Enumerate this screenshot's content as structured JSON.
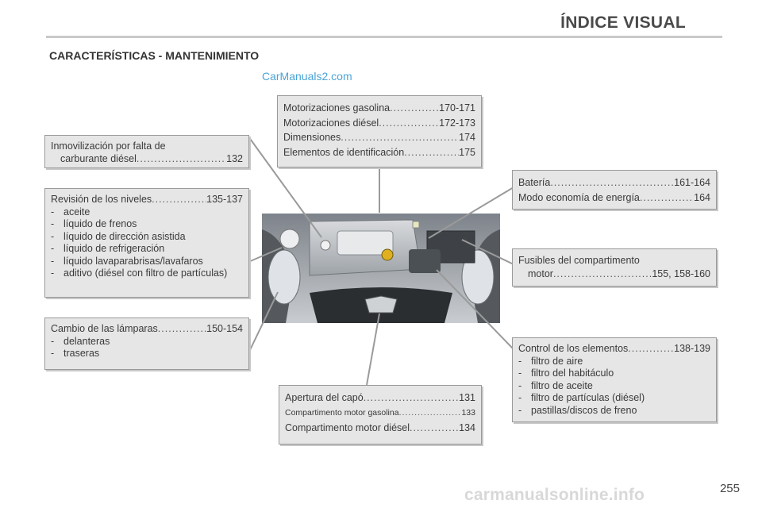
{
  "header": {
    "title": "ÍNDICE VISUAL",
    "section": "CARACTERÍSTICAS - MANTENIMIENTO"
  },
  "watermark_top": "CarManuals2.com",
  "watermark_bottom": "carmanualsonline.info",
  "page_number": "255",
  "boxes": {
    "inmovilizacion": {
      "line1": "Inmovilización por falta de",
      "label": "carburante diésel",
      "page": "132"
    },
    "revision": {
      "label": "Revisión de los niveles",
      "page": "135-137",
      "items": [
        "aceite",
        "líquido de frenos",
        "líquido de dirección asistida",
        "líquido de refrigeración",
        "líquido lavaparabrisas/lavafaros",
        "aditivo (diésel con filtro de partículas)"
      ]
    },
    "lamparas": {
      "label": "Cambio de las lámparas",
      "page": "150-154",
      "items": [
        "delanteras",
        "traseras"
      ]
    },
    "motorizaciones": {
      "rows": [
        {
          "label": "Motorizaciones gasolina",
          "page": "170-171"
        },
        {
          "label": "Motorizaciones diésel",
          "page": "172-173"
        },
        {
          "label": "Dimensiones",
          "page": "174"
        },
        {
          "label": "Elementos de identificación",
          "page": "175"
        }
      ]
    },
    "bateria": {
      "rows": [
        {
          "label": "Batería",
          "page": "161-164"
        },
        {
          "label": "Modo economía de energía",
          "page": "164"
        }
      ]
    },
    "fusibles": {
      "line1": "Fusibles del compartimento",
      "label": "motor",
      "page": "155, 158-160"
    },
    "control": {
      "label": "Control de los elementos",
      "page": "138-139",
      "items": [
        "filtro de aire",
        "filtro del habitáculo",
        "filtro de aceite",
        "filtro de partículas (diésel)",
        "pastillas/discos de freno"
      ]
    },
    "apertura": {
      "rows": [
        {
          "label": "Apertura del capó",
          "page": "131"
        },
        {
          "label": "Compartimento motor gasolina",
          "page": "133"
        },
        {
          "label": "Compartimento motor diésel",
          "page": "134"
        }
      ]
    }
  },
  "colors": {
    "box_fill": "#e6e6e6",
    "box_border": "#9a9a9a",
    "watermark_blue": "#4aa4d6"
  }
}
